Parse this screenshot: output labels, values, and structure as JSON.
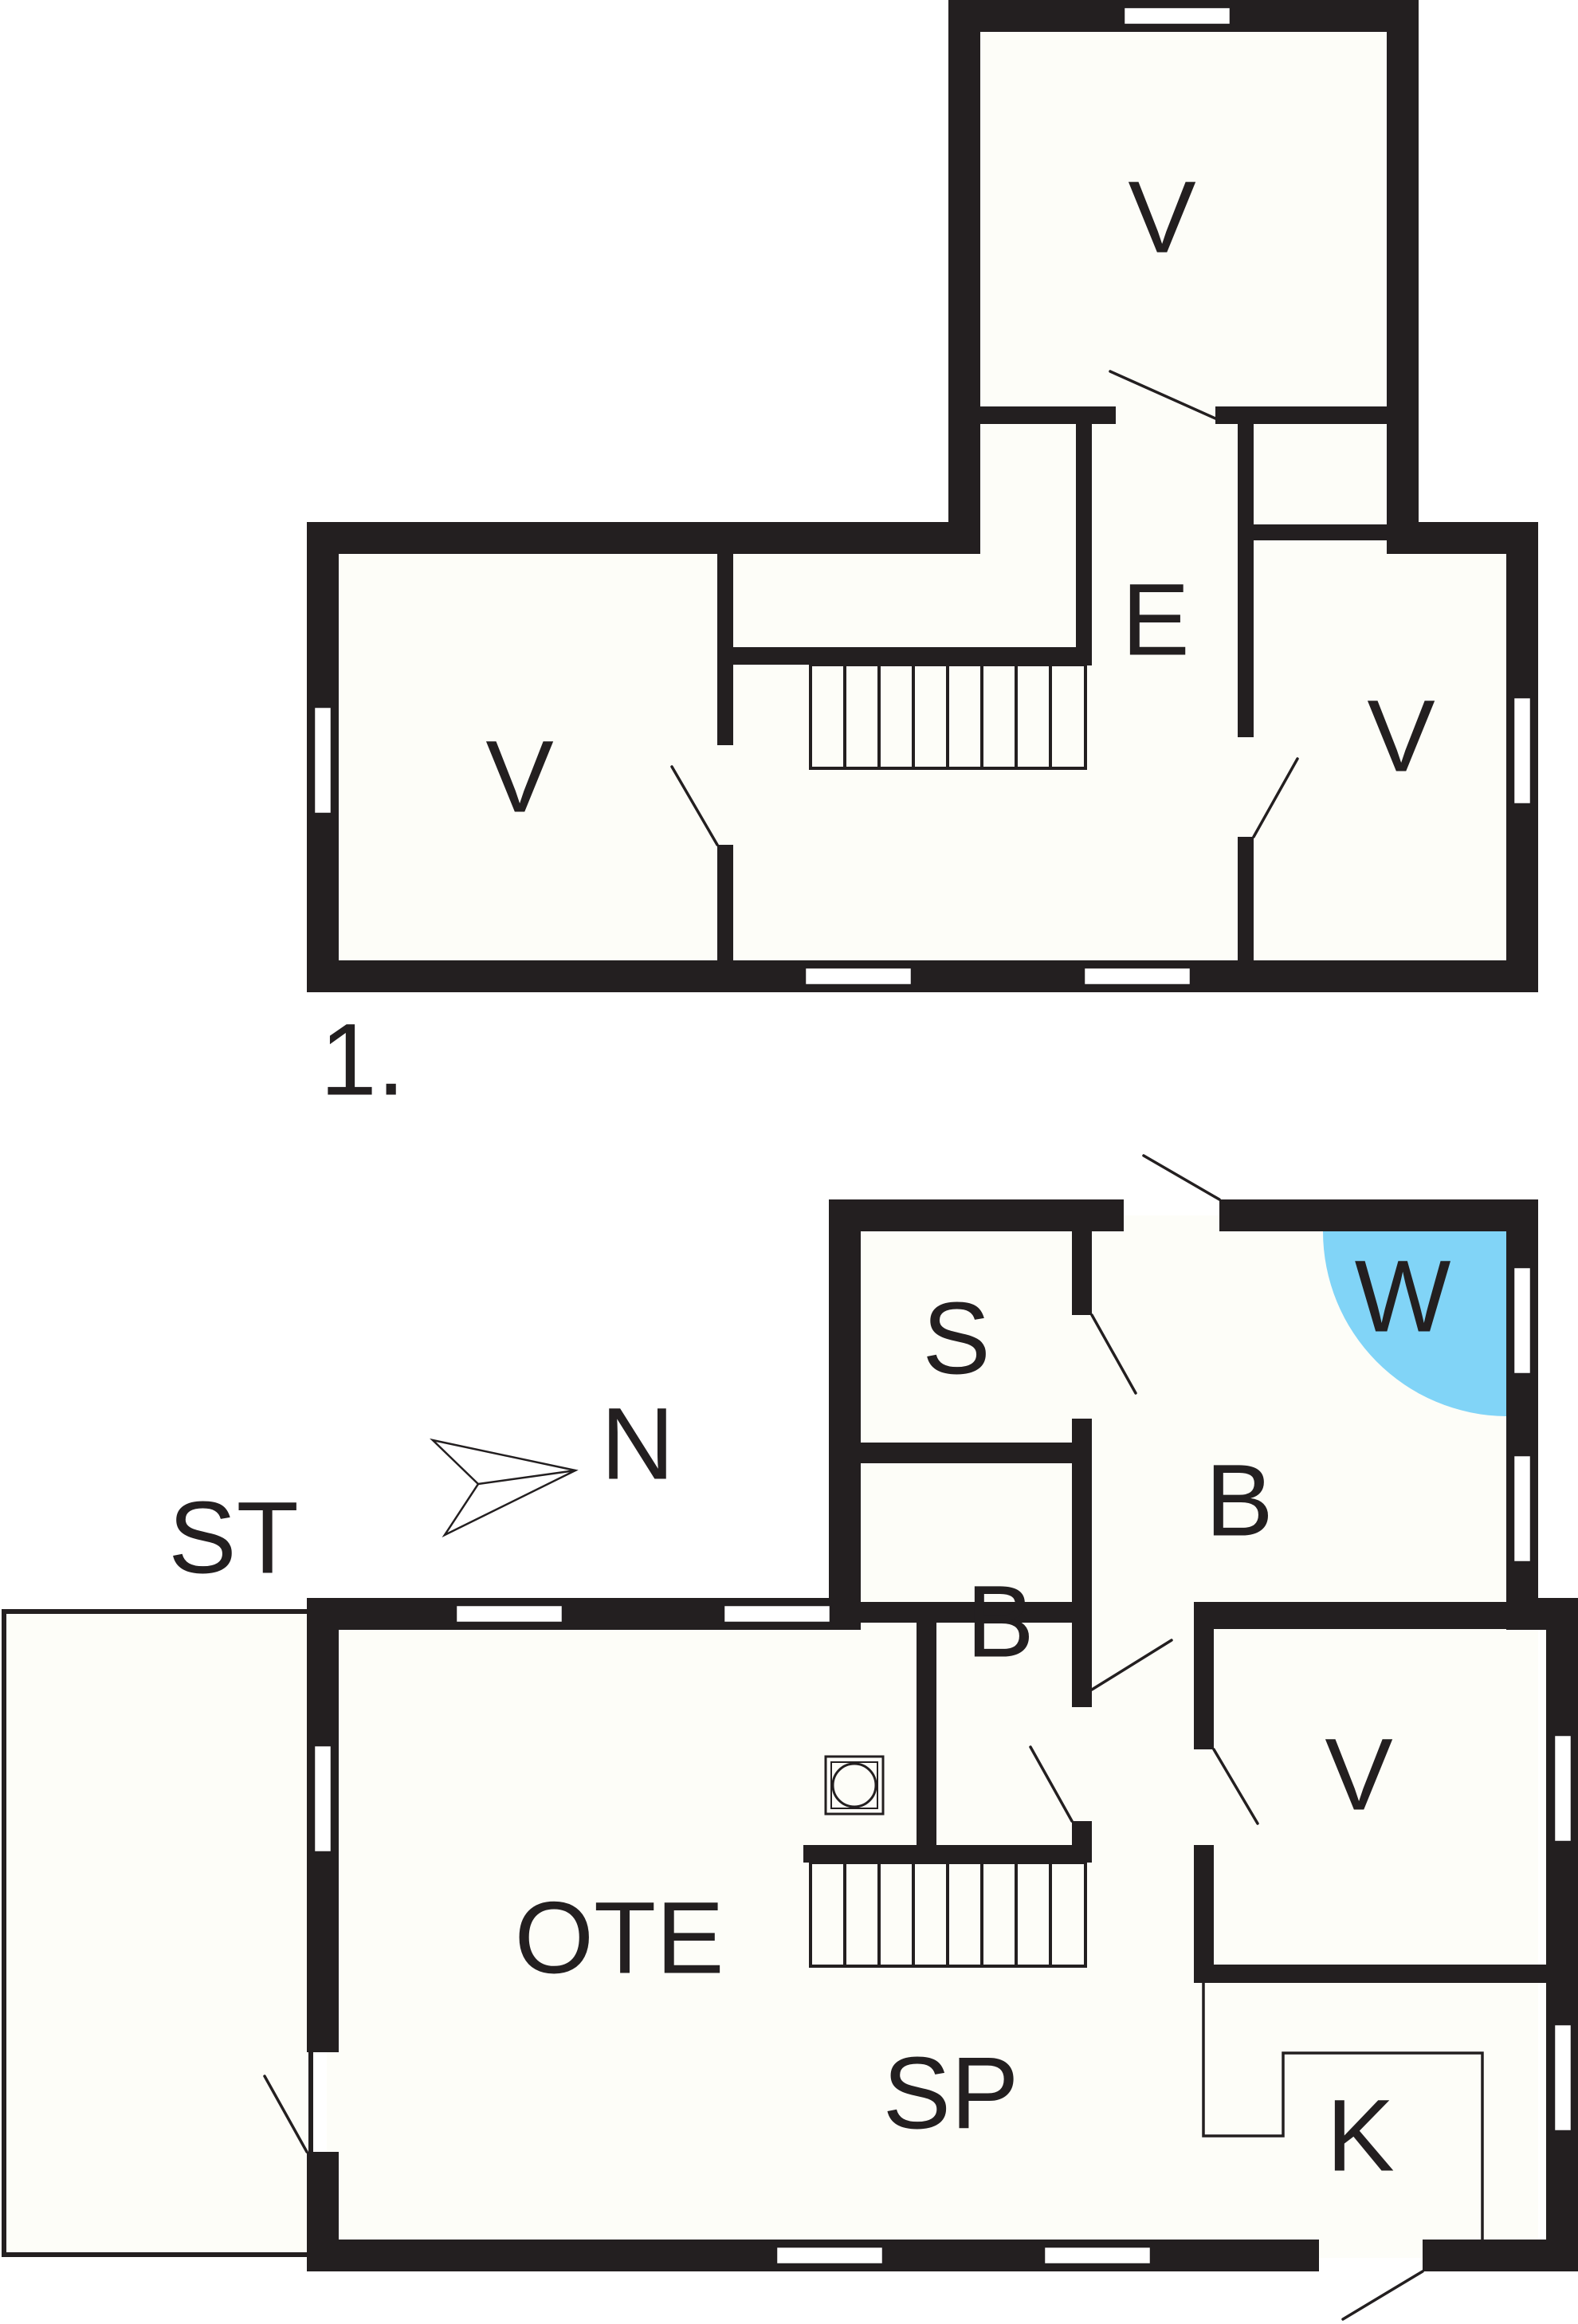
{
  "floor_upper": {
    "level_label": "1.",
    "rooms": {
      "room_top": "V",
      "room_left": "V",
      "hall": "E",
      "room_right": "V"
    }
  },
  "floor_lower": {
    "rooms": {
      "storage": "S",
      "bath_upper": "B",
      "bath_lower": "B",
      "washroom": "W",
      "bedroom": "V",
      "living": "OTE",
      "living_sub": "SP",
      "kitchen": "K",
      "terrace": "ST"
    },
    "compass_label": "N"
  },
  "colors": {
    "wall": "#231f20",
    "floor": "#fdfdf8",
    "washroom_highlight": "#81d4f7"
  },
  "icons": [
    "compass-north-arrow-icon",
    "stove-icon",
    "door-swing-icon",
    "staircase-icon"
  ]
}
